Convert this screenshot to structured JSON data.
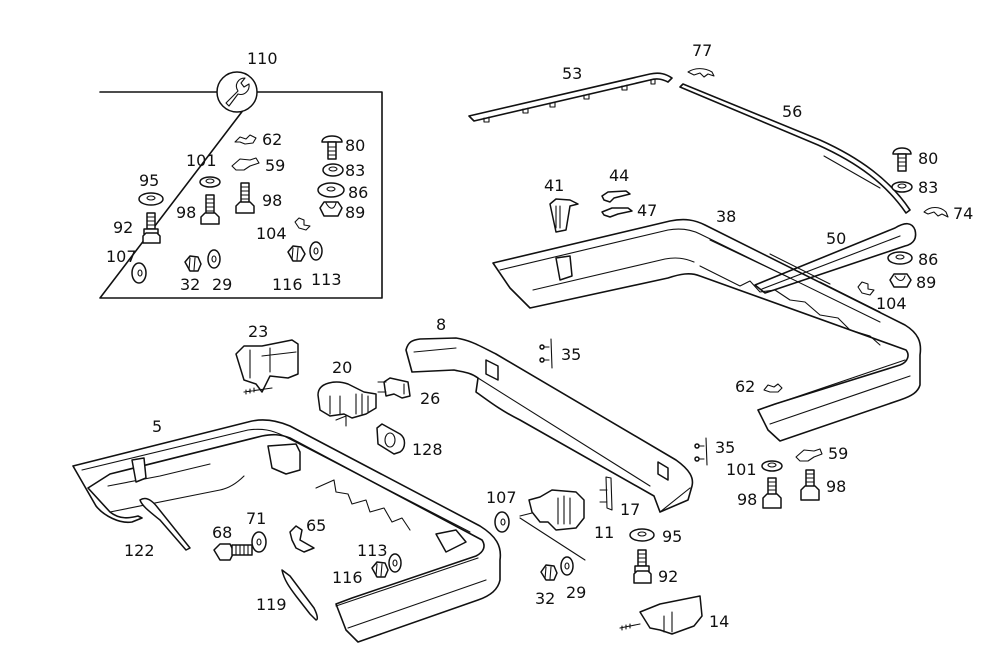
{
  "diagram": {
    "title": "Bumper assembly exploded parts diagram",
    "kit": {
      "number": "110",
      "icon": "wrench-icon"
    },
    "callouts": {
      "kit_box": [
        "110",
        "62",
        "59",
        "80",
        "83",
        "86",
        "89",
        "101",
        "95",
        "98",
        "98",
        "92",
        "104",
        "107",
        "32",
        "29",
        "116",
        "113"
      ],
      "upper_right": [
        "53",
        "77",
        "56",
        "80",
        "83",
        "74",
        "41",
        "44",
        "47",
        "38",
        "50",
        "86",
        "89",
        "104",
        "62",
        "35",
        "59",
        "101",
        "98",
        "98"
      ],
      "lower_left": [
        "23",
        "20",
        "26",
        "128",
        "5",
        "122",
        "68",
        "71",
        "65",
        "113",
        "116",
        "119"
      ],
      "lower_middle": [
        "8",
        "35",
        "107",
        "11",
        "17",
        "32",
        "29",
        "95",
        "92",
        "14"
      ]
    }
  },
  "labels": {
    "k110": "110",
    "k62": "62",
    "k59": "59",
    "k80": "80",
    "k83": "83",
    "k86": "86",
    "k89": "89",
    "k101": "101",
    "k95": "95",
    "k98a": "98",
    "k98b": "98",
    "k92": "92",
    "k104": "104",
    "k107": "107",
    "k32": "32",
    "k29": "29",
    "k116": "116",
    "k113": "113",
    "p53": "53",
    "p77": "77",
    "p56": "56",
    "p80": "80",
    "p83": "83",
    "p74": "74",
    "p41": "41",
    "p44": "44",
    "p47": "47",
    "p38": "38",
    "p50": "50",
    "p86": "86",
    "p89": "89",
    "p104": "104",
    "p62": "62",
    "p35a": "35",
    "p35b": "35",
    "p59": "59",
    "p101": "101",
    "p98a": "98",
    "p98b": "98",
    "p23": "23",
    "p20": "20",
    "p26": "26",
    "p128": "128",
    "p5": "5",
    "p122": "122",
    "p68": "68",
    "p71": "71",
    "p65": "65",
    "p113": "113",
    "p116": "116",
    "p119": "119",
    "p8": "8",
    "p107": "107",
    "p11": "11",
    "p17": "17",
    "p32": "32",
    "p29": "29",
    "p95": "95",
    "p92": "92",
    "p14": "14"
  }
}
